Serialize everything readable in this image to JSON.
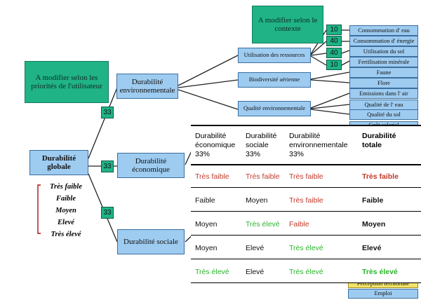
{
  "priority_note": "A modifier selon les priorités de l'utilisateur",
  "context_note": "A modifier selon le contexte",
  "root": "Durabilité globale",
  "weights": [
    "33",
    "33",
    "33"
  ],
  "pillars": {
    "env": "Durabilité environnementale",
    "eco": "Durabilité économique",
    "soc": "Durabilité sociale"
  },
  "env_subs": [
    "Utilisation des ressources",
    "Biodiversité aérienne",
    "Qualité environnementale"
  ],
  "resource_weights": [
    "10",
    "40",
    "40",
    "10"
  ],
  "resource_items": [
    "Consommation d' eau",
    "Consommation d' énergie",
    "Utilisation du sol",
    "Fertilisation minérale"
  ],
  "bio_items": [
    "Faune",
    "Flore"
  ],
  "quality_items": [
    "Emissions dans l' air",
    "Qualité de l' eau",
    "Qualité du sol"
  ],
  "partial_top": "Coût salarial",
  "partial_bottom": [
    "Perception territoriale",
    "Emploi"
  ],
  "scale": [
    "Très faible",
    "Faible",
    "Moyen",
    "Elevé",
    "Très élevé"
  ],
  "table": {
    "headers": [
      {
        "title": "Durabilité économique",
        "pct": "33%"
      },
      {
        "title": "Durabilité sociale",
        "pct": "33%"
      },
      {
        "title": "Durabilité environnementale",
        "pct": "33%"
      },
      {
        "title": "Durabilité totale",
        "pct": ""
      }
    ],
    "rows": [
      [
        {
          "t": "Très faible",
          "c": "red"
        },
        {
          "t": "Très faible",
          "c": "red"
        },
        {
          "t": "Très faible",
          "c": "red"
        },
        {
          "t": "Très faible",
          "c": "red"
        }
      ],
      [
        {
          "t": "Faible",
          "c": "blk"
        },
        {
          "t": "Moyen",
          "c": "blk"
        },
        {
          "t": "Très faible",
          "c": "red"
        },
        {
          "t": "Faible",
          "c": "blk"
        }
      ],
      [
        {
          "t": "Moyen",
          "c": "blk"
        },
        {
          "t": "Très élevé",
          "c": "grn"
        },
        {
          "t": "Faible",
          "c": "red"
        },
        {
          "t": "Moyen",
          "c": "blk"
        }
      ],
      [
        {
          "t": "Moyen",
          "c": "blk"
        },
        {
          "t": "Elevé",
          "c": "blk"
        },
        {
          "t": "Très élevé",
          "c": "grn"
        },
        {
          "t": "Elevé",
          "c": "blk"
        }
      ],
      [
        {
          "t": "Très élevé",
          "c": "grn"
        },
        {
          "t": "Elevé",
          "c": "blk"
        },
        {
          "t": "Très élevé",
          "c": "grn"
        },
        {
          "t": "Très élevé",
          "c": "grn"
        }
      ]
    ]
  }
}
